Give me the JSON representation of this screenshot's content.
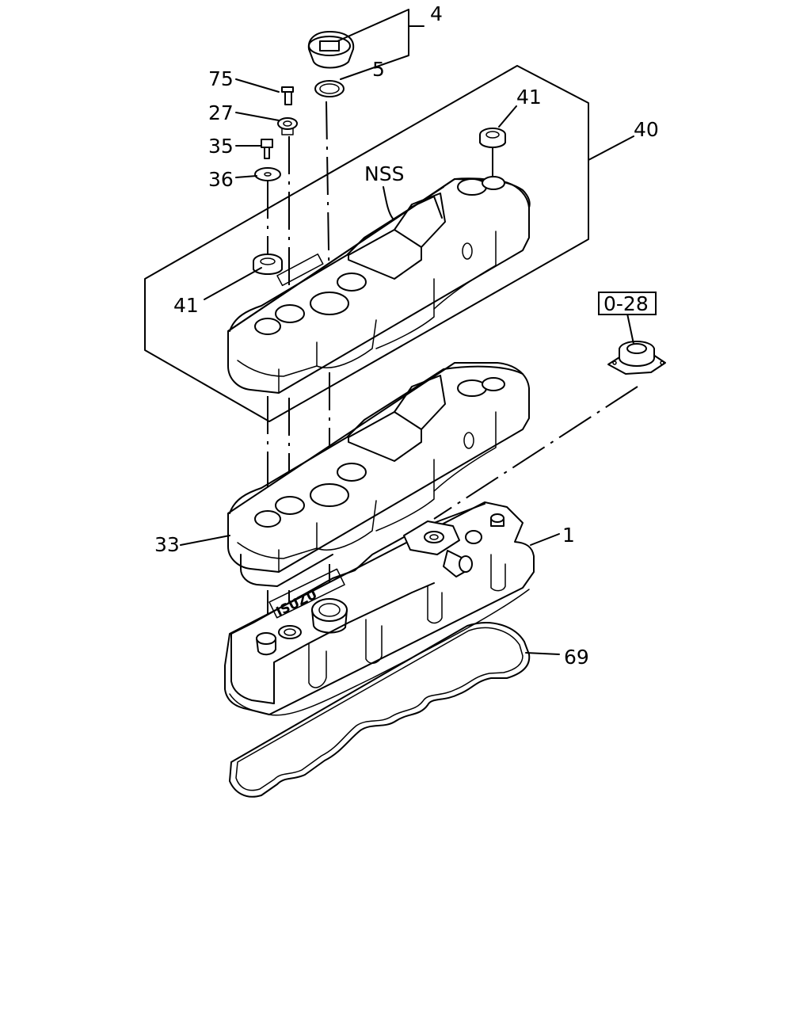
{
  "callouts": [
    {
      "id": "part-4",
      "text": "4"
    },
    {
      "id": "part-5",
      "text": "5"
    },
    {
      "id": "part-75",
      "text": "75"
    },
    {
      "id": "part-27",
      "text": "27"
    },
    {
      "id": "part-35",
      "text": "35"
    },
    {
      "id": "part-36",
      "text": "36"
    },
    {
      "id": "part-41-upper",
      "text": "41"
    },
    {
      "id": "part-40",
      "text": "40"
    },
    {
      "id": "part-nss",
      "text": "NSS"
    },
    {
      "id": "part-41-lower",
      "text": "41"
    },
    {
      "id": "part-0-28",
      "text": "0-28"
    },
    {
      "id": "part-33",
      "text": "33"
    },
    {
      "id": "part-1",
      "text": "1"
    },
    {
      "id": "part-69",
      "text": "69"
    }
  ],
  "cover_marking": "ISUZU"
}
